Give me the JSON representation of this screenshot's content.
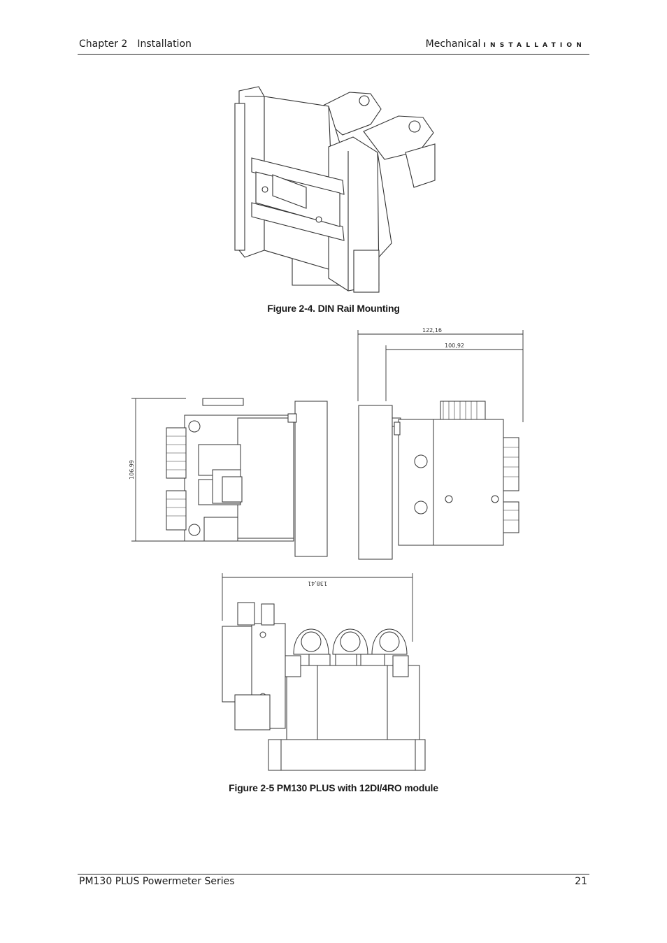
{
  "header": {
    "chapter": "Chapter 2",
    "section": "Installation",
    "right_title": "Mechanical",
    "right_caps": "INSTALLATION"
  },
  "figures": {
    "fig1_caption": "Figure 2-4.  DIN Rail Mounting",
    "fig2_caption": "Figure 2-5  PM130  PLUS with 12DI/4RO module",
    "dims": {
      "d1": "122,16",
      "d2": "100,92",
      "d3": "106,99",
      "d4": "138,41"
    }
  },
  "footer": {
    "title": "PM130 PLUS Powermeter Series",
    "page": "21"
  }
}
